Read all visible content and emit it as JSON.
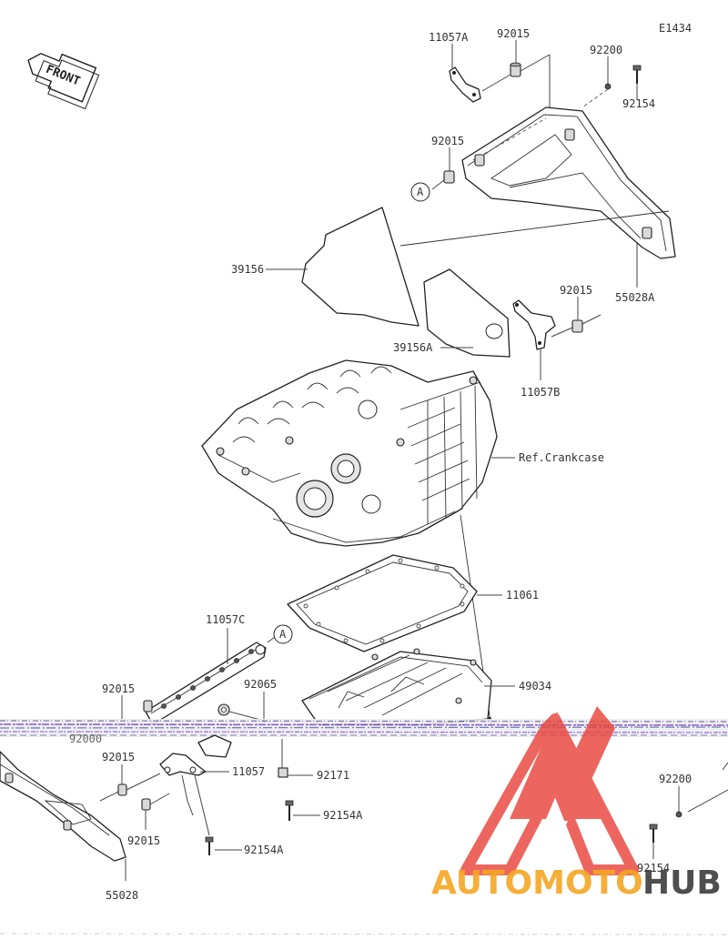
{
  "diagram_code": "E1434",
  "front_label": "FRONT",
  "callout_letter": "A",
  "parts": {
    "p11057A": "11057A",
    "p92015": "92015",
    "p92200": "92200",
    "p92154": "92154",
    "p39156": "39156",
    "p39156A": "39156A",
    "p55028A": "55028A",
    "p11057B": "11057B",
    "ref_crankcase": "Ref.Crankcase",
    "p11061": "11061",
    "p11057C": "11057C",
    "p49034": "49034",
    "p92065": "92065",
    "p92000": "92000",
    "p11057": "11057",
    "p92171": "92171",
    "p92154A": "92154A",
    "p55028": "55028"
  },
  "watermark": {
    "text_part1": "AUTOMOTO",
    "text_part2": "HUB",
    "color_primary": "#f5a623",
    "color_secondary": "#3b3b3b",
    "logo_color": "#e8453c"
  }
}
